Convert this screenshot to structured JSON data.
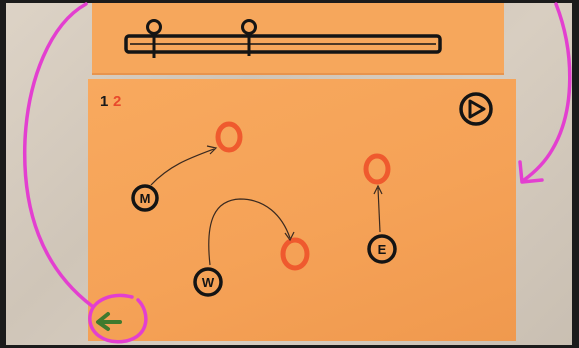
{
  "scene": {
    "page_indicator": {
      "current": "1",
      "next": "2"
    },
    "mic_markers": [
      "M",
      "W",
      "E"
    ],
    "colors": {
      "card": "#f7a65a",
      "ink": "#141414",
      "target_ring": "#f0522b",
      "arrow_pen": "#e33fd0",
      "back_arrow": "#3f7a2e"
    },
    "icons": {
      "play": "play-icon",
      "back": "back-arrow-icon"
    }
  }
}
